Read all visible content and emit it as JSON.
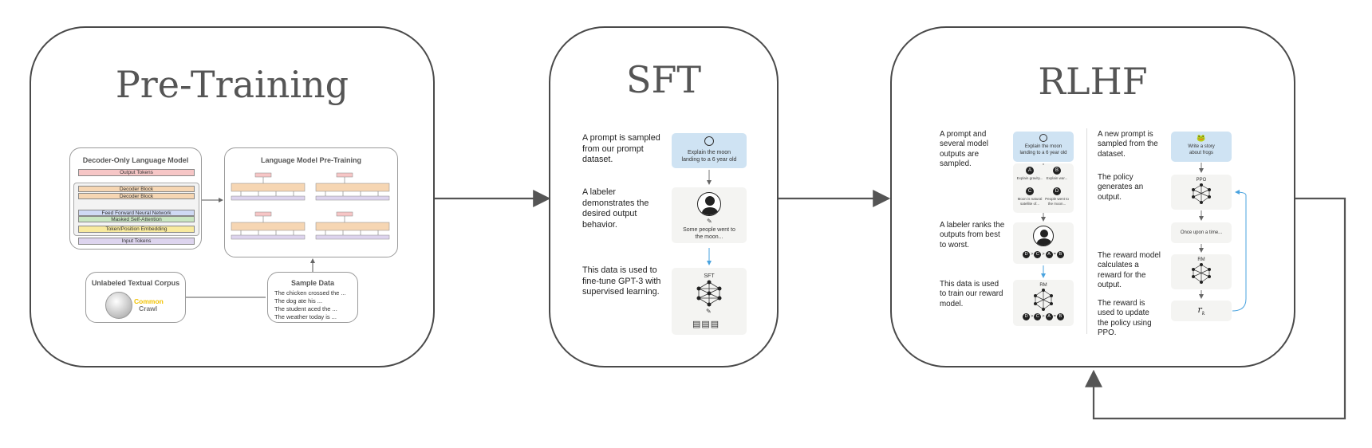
{
  "pretraining": {
    "title": "Pre-Training",
    "decoder": {
      "title": "Decoder-Only Language Model",
      "layers": [
        "Output Tokens",
        "Decoder Block",
        "Decoder Block",
        "Feed Forward Neural Network",
        "Masked Self-Attention",
        "Token/Position Embedding",
        "Input Tokens"
      ]
    },
    "lm_pretraining": {
      "title": "Language Model Pre-Training"
    },
    "corpus": {
      "title": "Unlabeled Textual Corpus",
      "logo_line1": "Common",
      "logo_line2": "Crawl"
    },
    "sample_data": {
      "title": "Sample Data",
      "lines": [
        "The chicken crossed the ...",
        "The dog ate his ...",
        "The student aced the ...",
        "The weather today is ..."
      ]
    }
  },
  "sft": {
    "title": "SFT",
    "step1": "A prompt is sampled from our prompt dataset.",
    "step2": "A labeler demonstrates the desired output behavior.",
    "step3": "This data is used to fine-tune GPT-3 with supervised learning.",
    "prompt_card": "Explain the moon landing to a 6 year old",
    "demo_card": "Some people went to the moon...",
    "model_label": "SFT"
  },
  "rlhf": {
    "title": "RLHF",
    "left": {
      "step1": "A prompt and several model outputs are sampled.",
      "step2": "A labeler ranks the outputs from best to worst.",
      "step3": "This data is used to train our reward model.",
      "prompt_card": "Explain the moon landing to a 6 year old",
      "options": [
        {
          "letter": "A",
          "text": "Explain gravity..."
        },
        {
          "letter": "B",
          "text": "Explain war..."
        },
        {
          "letter": "C",
          "text": "Moon is natural satellite of..."
        },
        {
          "letter": "D",
          "text": "People went to the moon..."
        }
      ],
      "ranking": [
        "D",
        ">",
        "C",
        ">",
        "A",
        "=",
        "B"
      ],
      "rm_label": "RM"
    },
    "right": {
      "step1": "A new prompt is sampled from the dataset.",
      "step2": "The policy generates an output.",
      "step3": "The reward model calculates a reward for the output.",
      "step4": "The reward is used to update the policy using PPO.",
      "prompt_card": "Write a story about frogs",
      "ppo_label": "PPO",
      "output_card": "Once upon a time...",
      "rm_label": "RM",
      "reward_symbol": "r",
      "reward_sub": "k"
    }
  }
}
